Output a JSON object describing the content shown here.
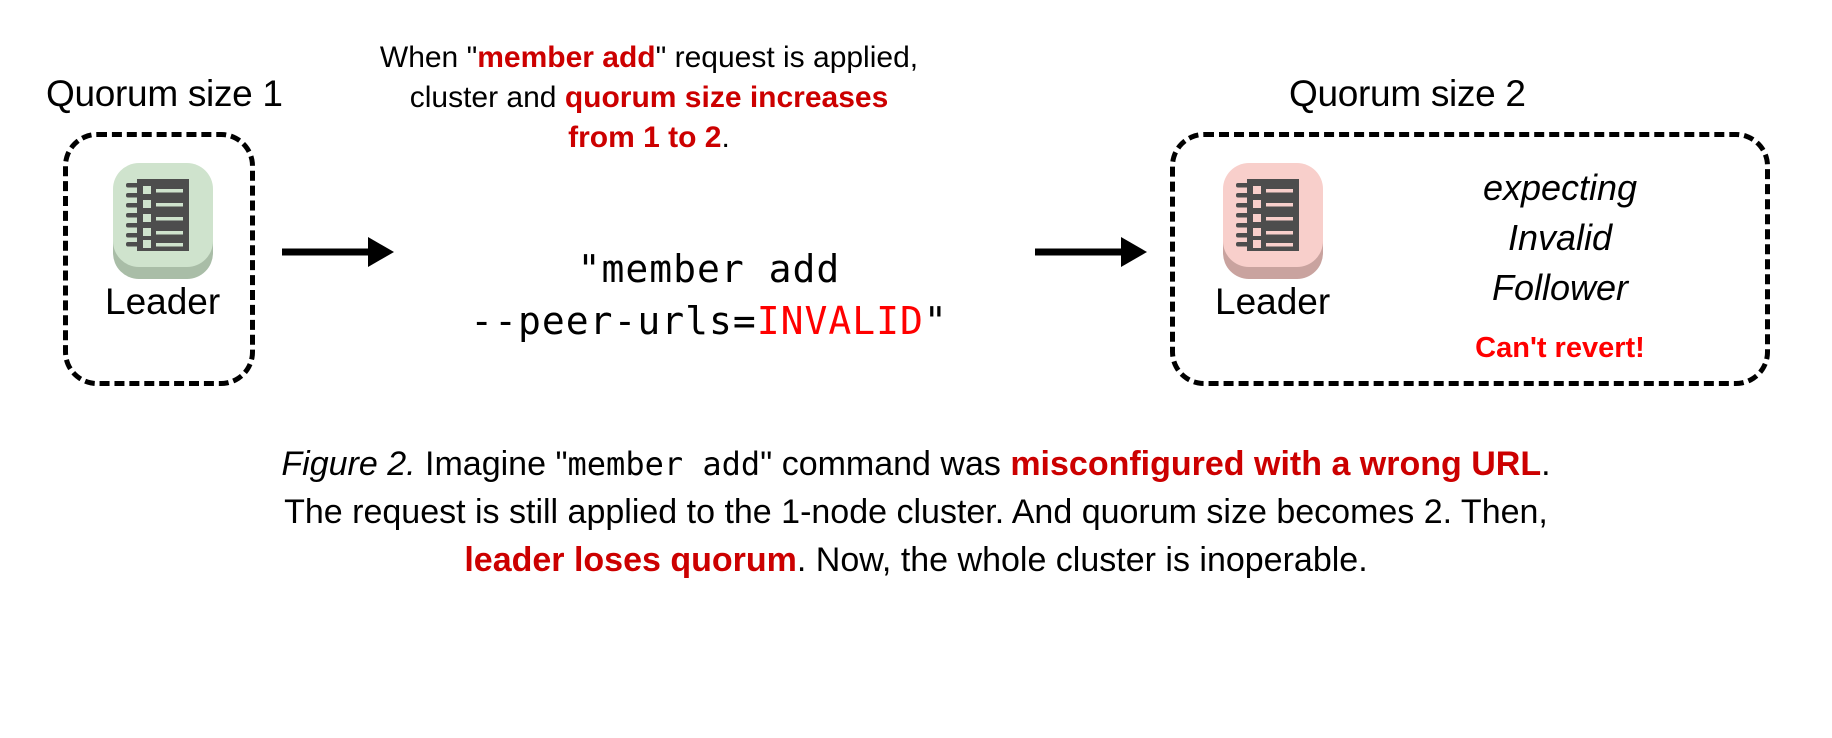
{
  "figure": {
    "left_cluster": {
      "caption": "Quorum size 1",
      "node_label": "Leader",
      "icon": "ledger-icon",
      "icon_bg": "#cfe3cd",
      "icon_shadow": "#a9bda7",
      "icon_body": "#4d4d4d"
    },
    "right_cluster": {
      "caption": "Quorum size 2",
      "node_label": "Leader",
      "icon": "ledger-icon",
      "icon_bg": "#f8cfcb",
      "icon_shadow": "#c9a39f",
      "icon_body": "#4d4d4d",
      "side_note_lines": [
        "expecting",
        "Invalid",
        "Follower"
      ],
      "alert": "Can't revert!",
      "alert_color": "#ff0000"
    },
    "top_note": {
      "line1_a": "When \"",
      "line1_b": "member add",
      "line1_c": "\" request is applied,",
      "line2_a": "cluster and ",
      "line2_b": "quorum size increases",
      "line3_b": "from 1 to 2",
      "line3_c": ".",
      "highlight_color": "#cc0000"
    },
    "command": {
      "line1": "\"member add",
      "line2_a": "--peer-urls=",
      "line2_b": "INVALID",
      "line2_c": "\"",
      "invalid_color": "#ff0000"
    },
    "arrows": {
      "left_arrow": "arrow-right-icon",
      "right_arrow": "arrow-right-icon"
    },
    "caption": {
      "label": "Figure 2.",
      "l1_a": " Imagine \"",
      "l1_mono": "member add",
      "l1_b": "\" command was ",
      "l1_red": "misconfigured with a wrong URL",
      "l1_c": ".",
      "l2": "The request is still applied to the 1-node cluster. And quorum size becomes 2. Then,",
      "l3_red": "leader loses quorum",
      "l3_b": ". Now, the whole cluster is inoperable.",
      "highlight_color": "#cc0000"
    }
  }
}
